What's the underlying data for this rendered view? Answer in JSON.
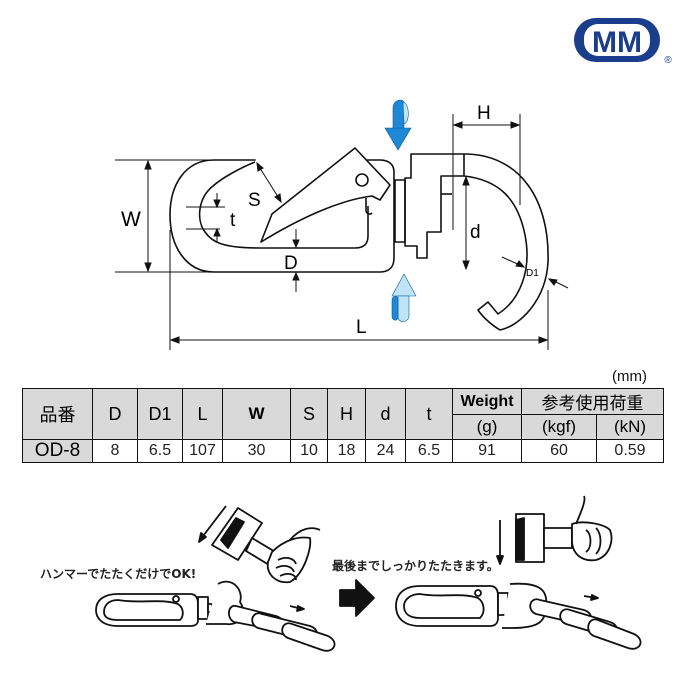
{
  "brand": {
    "logo_text": "MM",
    "registered_mark": "®",
    "color": "#1a3e8c"
  },
  "diagram": {
    "labels": {
      "W": "W",
      "S": "S",
      "t": "t",
      "D": "D",
      "L": "L",
      "H": "H",
      "d": "d",
      "D1": "D1"
    },
    "arrow_color": "#1e88d6",
    "arrow_light_color": "#bfe4f7"
  },
  "table": {
    "unit": "(mm)",
    "headers": {
      "code": "品番",
      "D": "D",
      "D1": "D1",
      "L": "L",
      "W": "W",
      "S": "S",
      "H": "H",
      "d": "d",
      "t": "t",
      "weight": "Weight",
      "weight_unit": "(g)",
      "load": "参考使用荷重",
      "load_kgf": "(kgf)",
      "load_kn": "(kN)"
    },
    "rows": [
      {
        "code": "OD-8",
        "D": "8",
        "D1": "6.5",
        "L": "107",
        "W": "30",
        "S": "10",
        "H": "18",
        "d": "24",
        "t": "6.5",
        "weight": "91",
        "load_kgf": "60",
        "load_kn": "0.59"
      }
    ]
  },
  "instructions": {
    "step1": "ハンマーでたたくだけでOK!",
    "step2": "最後までしっかりたたきます。"
  }
}
